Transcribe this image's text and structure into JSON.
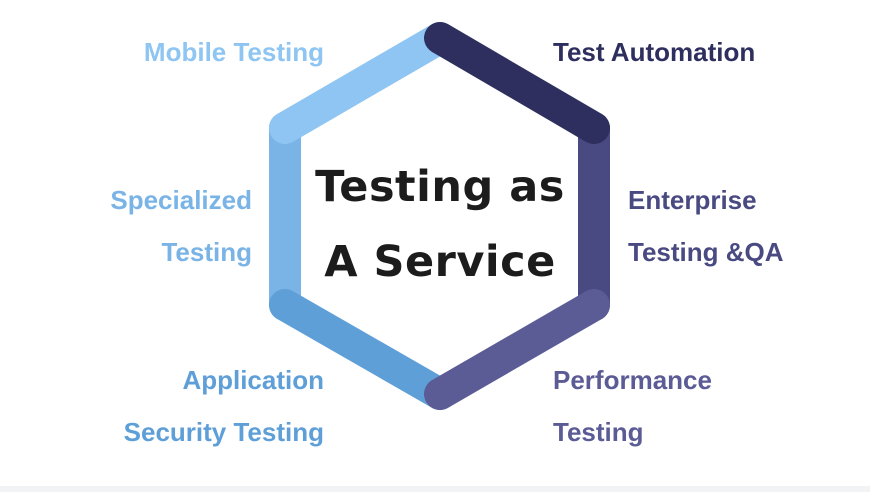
{
  "center": {
    "line1": "Testing as",
    "line2": "A Service"
  },
  "labels": {
    "mobile": {
      "line1": "Mobile Testing",
      "color": "#8ec5f2"
    },
    "automation": {
      "line1": "Test Automation",
      "color": "#2e2f5e"
    },
    "specialized": {
      "line1": "Specialized",
      "line2": "Testing",
      "color": "#7ab4e6"
    },
    "enterprise": {
      "line1": "Enterprise",
      "line2": "Testing &QA",
      "color": "#4a4a82"
    },
    "security": {
      "line1": "Application",
      "line2": "Security Testing",
      "color": "#5f9fd8"
    },
    "performance": {
      "line1": "Performance",
      "line2": "Testing",
      "color": "#5b5b96"
    }
  },
  "segment_colors": {
    "top_left": "#8ec5f2",
    "top_right": "#2e2f5e",
    "left": "#7ab4e6",
    "right": "#4a4a82",
    "bottom_left": "#5f9fd8",
    "bottom_right": "#5b5b96"
  }
}
